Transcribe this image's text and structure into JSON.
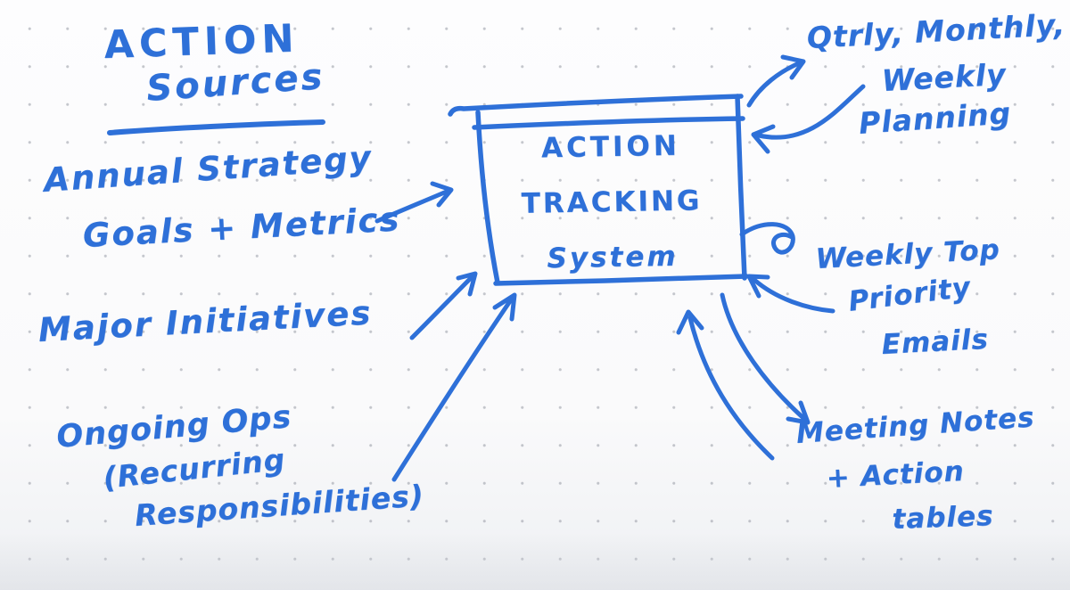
{
  "page": {
    "ink_color": "#2e70d8",
    "paper_color": "#fbfbfc",
    "dot_color": "#969aa4"
  },
  "title": {
    "line1": "ACTION",
    "line2": "Sources"
  },
  "center_box": {
    "line1": "ACTION",
    "line2": "TRACKING",
    "line3": "System"
  },
  "sources": {
    "annual": {
      "line1": "Annual Strategy",
      "line2": "Goals + Metrics"
    },
    "major": {
      "line1": "Major Initiatives"
    },
    "ongoing": {
      "line1": "Ongoing Ops",
      "line2": "(Recurring",
      "line3": "Responsibilities)"
    }
  },
  "outputs": {
    "planning": {
      "line1": "Qtrly, Monthly,",
      "line2": "Weekly",
      "line3": "Planning"
    },
    "emails": {
      "line1": "Weekly Top",
      "line2": "Priority",
      "line3": "Emails"
    },
    "meetings": {
      "line1": "Meeting Notes",
      "line2": "+ Action",
      "line3": "tables"
    }
  },
  "connections": [
    {
      "from": "annual-strategy-goals-metrics",
      "to": "action-tracking-system",
      "direction": "one-way"
    },
    {
      "from": "major-initiatives",
      "to": "action-tracking-system",
      "direction": "one-way"
    },
    {
      "from": "ongoing-ops-recurring-responsibilities",
      "to": "action-tracking-system",
      "direction": "one-way"
    },
    {
      "from": "action-tracking-system",
      "to": "qtrly-monthly-weekly-planning",
      "direction": "two-way"
    },
    {
      "from": "action-tracking-system",
      "to": "weekly-top-priority-emails",
      "direction": "two-way"
    },
    {
      "from": "action-tracking-system",
      "to": "meeting-notes-action-tables",
      "direction": "two-way"
    }
  ]
}
